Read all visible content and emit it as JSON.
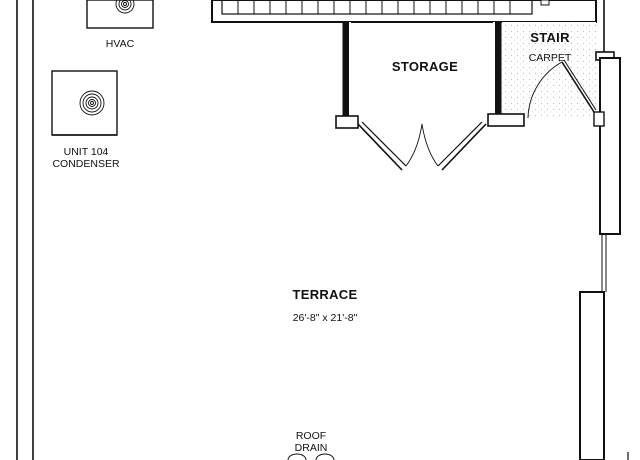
{
  "colors": {
    "ink": "#111111",
    "hatch": "#d8d8d8",
    "paper": "#ffffff"
  },
  "equipment": {
    "hvac": {
      "label": "HVAC",
      "icon": "fan-unit-icon"
    },
    "condenser": {
      "label_line1": "UNIT 104",
      "label_line2": "CONDENSER",
      "icon": "fan-unit-icon"
    },
    "roof_drain": {
      "label_line1": "ROOF",
      "label_line2": "DRAIN",
      "icon": "drain-icon"
    }
  },
  "rooms": {
    "storage": {
      "name": "STORAGE"
    },
    "stair": {
      "name": "STAIR",
      "finish": "CARPET"
    },
    "terrace": {
      "name": "TERRACE",
      "width": "26'-8\"",
      "separator": " x ",
      "depth": "21'-8\""
    }
  }
}
